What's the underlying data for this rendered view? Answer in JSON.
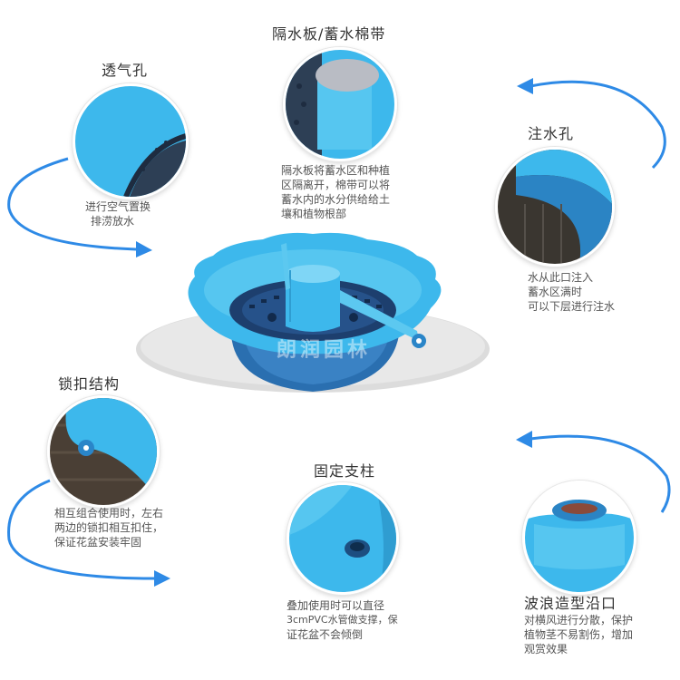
{
  "colors": {
    "accent": "#2e8ae6",
    "product_blue": "#3db8ec",
    "dark_blue": "#2a6fb0",
    "shadow_gray": "#dcdcdc"
  },
  "features": {
    "breathable": {
      "title": "透气孔",
      "desc": [
        "进行空气置换",
        "排涝放水"
      ]
    },
    "separator": {
      "title": "隔水板/蓄水棉带",
      "desc": [
        "隔水板将蓄水区和种植",
        "区隔离开，棉带可以将",
        "蓄水内的水分供给给土",
        "壤和植物根部"
      ]
    },
    "inlet": {
      "title": "注水孔",
      "desc": [
        "水从此口注入",
        "蓄水区满时",
        "可以下层进行注水"
      ]
    },
    "lock": {
      "title": "锁扣结构",
      "desc": [
        "相互组合使用时，左右",
        "两边的锁扣相互扣住，",
        "保证花盆安装牢固"
      ]
    },
    "pillar": {
      "title": "固定支柱",
      "desc": [
        "叠加使用时可以直径",
        "3cmPVC水管做支撑，保",
        "证花盆不会倾倒"
      ]
    },
    "wave": {
      "title": "波浪造型沿口",
      "desc": [
        "对横风进行分散，保护",
        "植物茎不易割伤，增加",
        "观赏效果"
      ]
    }
  },
  "center": {
    "watermark": "朗润园林"
  },
  "icons": [
    "arrow-icon"
  ]
}
